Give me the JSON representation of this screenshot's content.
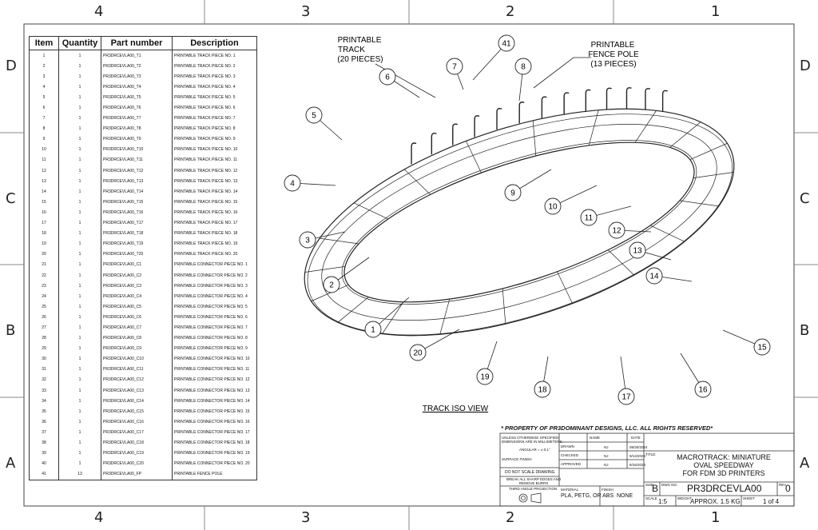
{
  "zones": {
    "columns": [
      "4",
      "3",
      "2",
      "1"
    ],
    "rows": [
      "D",
      "C",
      "B",
      "A"
    ]
  },
  "bom": {
    "headers": [
      "Item",
      "Quantity",
      "Part number",
      "Description"
    ],
    "rows": [
      [
        "1",
        "1",
        "PR3DRCEVLA00_T1",
        "PRINTABLE TRACK PIECE NO. 1"
      ],
      [
        "2",
        "1",
        "PR3DRCEVLA00_T2",
        "PRINTABLE TRACK PIECE NO. 2"
      ],
      [
        "3",
        "1",
        "PR3DRCEVLA00_T3",
        "PRINTABLE TRACK PIECE NO. 3"
      ],
      [
        "4",
        "1",
        "PR3DRCEVLA00_T4",
        "PRINTABLE TRACK PIECE NO. 4"
      ],
      [
        "5",
        "1",
        "PR3DRCEVLA00_T5",
        "PRINTABLE TRACK PIECE NO. 5"
      ],
      [
        "6",
        "1",
        "PR3DRCEVLA00_T6",
        "PRINTABLE TRACK PIECE NO. 6"
      ],
      [
        "7",
        "1",
        "PR3DRCEVLA00_T7",
        "PRINTABLE TRACK PIECE NO. 7"
      ],
      [
        "8",
        "1",
        "PR3DRCEVLA00_T8",
        "PRINTABLE TRACK PIECE NO. 8"
      ],
      [
        "9",
        "1",
        "PR3DRCEVLA00_T9",
        "PRINTABLE TRACK PIECE NO. 9"
      ],
      [
        "10",
        "1",
        "PR3DRCEVLA00_T10",
        "PRINTABLE TRACK PIECE NO. 10"
      ],
      [
        "11",
        "1",
        "PR3DRCEVLA00_T11",
        "PRINTABLE TRACK PIECE NO. 11"
      ],
      [
        "12",
        "1",
        "PR3DRCEVLA00_T12",
        "PRINTABLE TRACK PIECE NO. 12"
      ],
      [
        "13",
        "1",
        "PR3DRCEVLA00_T13",
        "PRINTABLE TRACK PIECE NO. 13"
      ],
      [
        "14",
        "1",
        "PR3DRCEVLA00_T14",
        "PRINTABLE TRACK PIECE NO. 14"
      ],
      [
        "15",
        "1",
        "PR3DRCEVLA00_T15",
        "PRINTABLE TRACK PIECE NO. 15"
      ],
      [
        "16",
        "1",
        "PR3DRCEVLA00_T16",
        "PRINTABLE TRACK PIECE NO. 16"
      ],
      [
        "17",
        "1",
        "PR3DRCEVLA00_T17",
        "PRINTABLE TRACK PIECE NO. 17"
      ],
      [
        "18",
        "1",
        "PR3DRCEVLA00_T18",
        "PRINTABLE TRACK PIECE NO. 18"
      ],
      [
        "19",
        "1",
        "PR3DRCEVLA00_T19",
        "PRINTABLE TRACK PIECE NO. 19"
      ],
      [
        "20",
        "1",
        "PR3DRCEVLA00_T20",
        "PRINTABLE TRACK PIECE NO. 20"
      ],
      [
        "21",
        "1",
        "PR3DRCEVLA00_C1",
        "PRINTABLE CONNECTOR PIECE NO. 1"
      ],
      [
        "22",
        "1",
        "PR3DRCEVLA00_C2",
        "PRINTABLE CONNECTOR PIECE NO. 2"
      ],
      [
        "23",
        "1",
        "PR3DRCEVLA00_C3",
        "PRINTABLE CONNECTOR PIECE NO. 3"
      ],
      [
        "24",
        "1",
        "PR3DRCEVLA00_C4",
        "PRINTABLE CONNECTOR PIECE NO. 4"
      ],
      [
        "25",
        "1",
        "PR3DRCEVLA00_C5",
        "PRINTABLE CONNECTOR PIECE NO. 5"
      ],
      [
        "26",
        "1",
        "PR3DRCEVLA00_C6",
        "PRINTABLE CONNECTOR PIECE NO. 6"
      ],
      [
        "27",
        "1",
        "PR3DRCEVLA00_C7",
        "PRINTABLE CONNECTOR PIECE NO. 7"
      ],
      [
        "28",
        "1",
        "PR3DRCEVLA00_C8",
        "PRINTABLE CONNECTOR PIECE NO. 8"
      ],
      [
        "29",
        "1",
        "PR3DRCEVLA00_C9",
        "PRINTABLE CONNECTOR PIECE NO. 9"
      ],
      [
        "30",
        "1",
        "PR3DRCEVLA00_C10",
        "PRINTABLE CONNECTOR PIECE NO. 10"
      ],
      [
        "31",
        "1",
        "PR3DRCEVLA00_C11",
        "PRINTABLE CONNECTOR PIECE NO. 11"
      ],
      [
        "32",
        "1",
        "PR3DRCEVLA00_C12",
        "PRINTABLE CONNECTOR PIECE NO. 12"
      ],
      [
        "33",
        "1",
        "PR3DRCEVLA00_C13",
        "PRINTABLE CONNECTOR PIECE NO. 13"
      ],
      [
        "34",
        "1",
        "PR3DRCEVLA00_C14",
        "PRINTABLE CONNECTOR PIECE NO. 14"
      ],
      [
        "35",
        "1",
        "PR3DRCEVLA00_C15",
        "PRINTABLE CONNECTOR PIECE NO. 15"
      ],
      [
        "36",
        "1",
        "PR3DRCEVLA00_C16",
        "PRINTABLE CONNECTOR PIECE NO. 16"
      ],
      [
        "37",
        "1",
        "PR3DRCEVLA00_C17",
        "PRINTABLE CONNECTOR PIECE NO. 17"
      ],
      [
        "38",
        "1",
        "PR3DRCEVLA00_C18",
        "PRINTABLE CONNECTOR PIECE NO. 18"
      ],
      [
        "39",
        "1",
        "PR3DRCEVLA00_C19",
        "PRINTABLE CONNECTOR PIECE NO. 19"
      ],
      [
        "40",
        "1",
        "PR3DRCEVLA00_C20",
        "PRINTABLE CONNECTOR PIECE NO. 20"
      ],
      [
        "41",
        "13",
        "PR3DRCEVLA00_FP",
        "PRINTABLE FENCE POLE"
      ]
    ]
  },
  "drawing": {
    "track_callout": "PRINTABLE\nTRACK\n(20 PIECES)",
    "fence_callout": "PRINTABLE\nFENCE POLE\n(13 PIECES)",
    "view_label": "TRACK ISO VIEW",
    "balloons": [
      "1",
      "2",
      "3",
      "4",
      "5",
      "6",
      "7",
      "8",
      "9",
      "10",
      "11",
      "12",
      "13",
      "14",
      "15",
      "16",
      "17",
      "18",
      "19",
      "20",
      "41"
    ]
  },
  "title_block": {
    "property_notice": "* PROPERTY OF PR3DOMINANT DESIGNS, LLC.  ALL RIGHTS RESERVED*",
    "tolerance_note": "UNLESS OTHERWISE SPECIFIED,\nDIMENSIONS ARE IN MILLIMETERS",
    "angular": "ANGULAR = ± 0.1°",
    "surface_finish": "SURFACE FINISH:",
    "no_scale": "DO NOT SCALE DRAWING",
    "break_edges": "BREAK ALL SHARP EDGES AND\nREMOVE BURRS",
    "projection": "THIRD ANGLE PROJECTION",
    "name_header": "NAME",
    "date_header": "DATE",
    "drawn_label": "DRAWN",
    "checked_label": "CHECKED",
    "approved_label": "APPROVED",
    "drawn_name": "NJ",
    "checked_name": "NJ",
    "approved_name": "NJ",
    "drawn_date": "08/30/2024",
    "checked_date": "9/14/2024",
    "approved_date": "9/16/2024",
    "material_label": "MATERIAL",
    "material": "PLA, PETG, OR ABS",
    "finish_label": "FINISH",
    "finish": "NONE",
    "title_label": "TITLE:",
    "title": "MACROTRACK: MINIATURE\nOVAL SPEEDWAY\nFOR FDM 3D PRINTERS",
    "size_label": "SIZE",
    "size": "B",
    "dwg_label": "DWG NO.",
    "dwg_no": "PR3DRCEVLA00",
    "rev_label": "REV",
    "rev": "0",
    "scale_label": "SCALE",
    "scale": "1:5",
    "weight_label": "WEIGHT",
    "weight": "APPROX. 1.5 KG",
    "sheet_label": "SHEET",
    "sheet": "1 of 4"
  }
}
